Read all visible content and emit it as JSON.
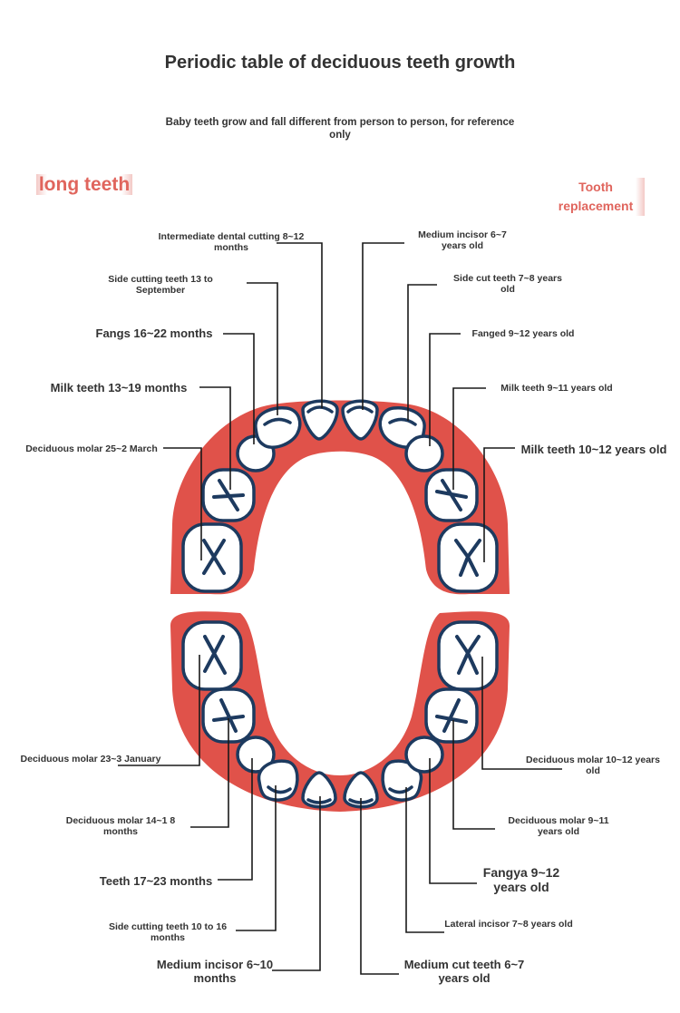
{
  "title": "Periodic table of deciduous teeth growth",
  "subtitle": "Baby teeth grow and fall different from person to person, for reference only",
  "tags": {
    "left": "long teeth",
    "right": "Tooth replacement"
  },
  "upper_left": [
    "Intermediate dental cutting 8~12 months",
    "Side cutting teeth 13 to September",
    "Fangs 16~22 months",
    "Milk teeth 13~19 months",
    "Deciduous molar 25~2 March"
  ],
  "upper_right": [
    "Medium incisor 6~7 years old",
    "Side cut teeth 7~8 years old",
    "Fanged 9~12 years old",
    "Milk teeth 9~11 years old",
    "Milk teeth 10~12 years old"
  ],
  "lower_left": [
    "Deciduous molar 23~3 January",
    "Deciduous molar 14~1 8 months",
    "Teeth 17~23 months",
    "Side cutting teeth 10 to 16 months",
    "Medium incisor 6~10 months"
  ],
  "lower_right": [
    "Deciduous molar 10~12 years old",
    "Deciduous molar 9~11 years old",
    "Fangya 9~12 years old",
    "Lateral incisor 7~8 years old",
    "Medium cut teeth 6~7 years old"
  ],
  "colors": {
    "gum": "#e0524a",
    "outline": "#1d3a5f",
    "accent": "#e0655d"
  }
}
